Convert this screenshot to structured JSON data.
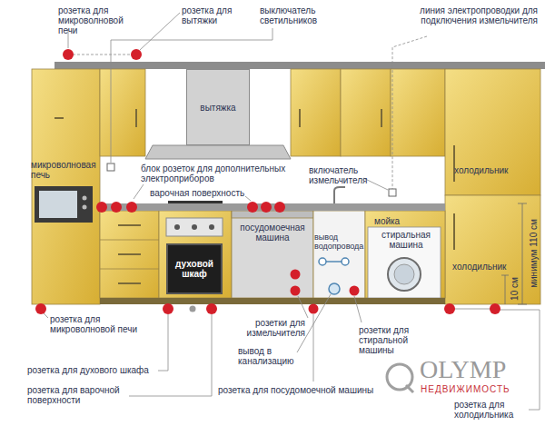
{
  "diagram": {
    "nodes": [
      {
        "text": [
          "вытяжка"
        ]
      },
      {
        "text": [
          "духовой шкаф"
        ]
      },
      {
        "text": [
          "посудомоечная машина"
        ]
      },
      {
        "text": [
          "стиральная машина"
        ]
      }
    ],
    "labels": [
      "розетка для микроволновой печи",
      "розетка для вытяжки",
      "выключатель светильников",
      "линия электропроводки для подключения измельчителя",
      "микроволновая печь",
      "блок розеток для дополнительных электроприборов",
      "варочная поверхность",
      "включатель измельчителя",
      "холодильник",
      "вывод водопровода",
      "мойка",
      "холодильник",
      "минимум 110 см",
      "10 см",
      "розетка для микроволновой печи",
      "розетки для измельчителя",
      "вывод в канализацию",
      "розетки для стиральной машины",
      "розетка для духового шкафа",
      "розетка для варочной поверхности",
      "розетка для посудомоечной машины",
      "розетка для холодильника",
      "OLYMP",
      "НЕДВИЖИМОСТЬ"
    ]
  }
}
